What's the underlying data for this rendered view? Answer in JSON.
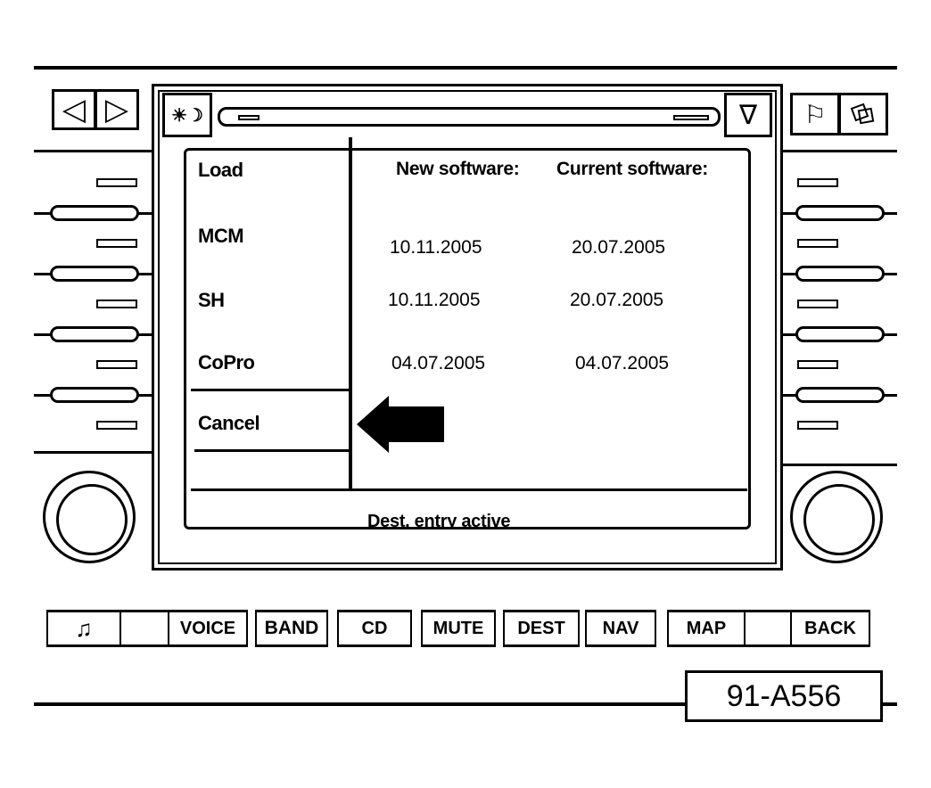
{
  "menu": {
    "items": [
      {
        "label": "Load"
      },
      {
        "label": "MCM"
      },
      {
        "label": "SH"
      },
      {
        "label": "CoPro"
      },
      {
        "label": "Cancel"
      }
    ]
  },
  "table": {
    "header_new": "New software:",
    "header_current": "Current software:",
    "rows": [
      {
        "new": "10.11.2005",
        "current": "20.07.2005"
      },
      {
        "new": "10.11.2005",
        "current": "20.07.2005"
      },
      {
        "new": "04.07.2005",
        "current": "04.07.2005"
      }
    ]
  },
  "status": {
    "text": "Dest. entry active"
  },
  "hardkeys": [
    "VOICE",
    "BAND",
    "CD",
    "MUTE",
    "DEST",
    "NAV",
    "MAP",
    "BACK"
  ],
  "figure_id": "91-A556",
  "icons": {
    "left_arrow": "◁",
    "right_arrow": "▷",
    "day_night": "☀☽",
    "eject": "∇",
    "flag": "⚐",
    "music": "♫"
  }
}
